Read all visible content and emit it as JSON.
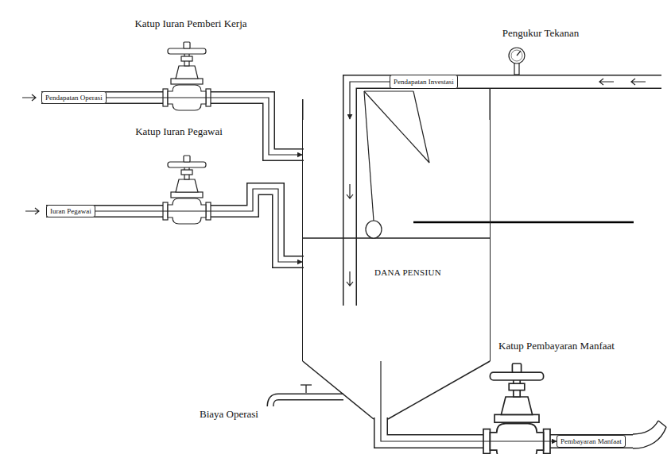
{
  "diagram": {
    "nodes": [
      {
        "text": [
          "Pendapatan Operasi"
        ]
      },
      {
        "text": [
          "Pendapatan Investasi"
        ]
      },
      {
        "text": [
          "Iuran Pegawai"
        ]
      },
      {
        "text": [
          "DANA PENSIUN"
        ]
      },
      {
        "text": [
          "Pembayaran Manfaat"
        ]
      }
    ],
    "edges": [
      {
        "from": 0,
        "to": 3,
        "arrow": "to"
      },
      {
        "from": 1,
        "to": 3,
        "arrow": "to"
      },
      {
        "from": 2,
        "to": 3,
        "arrow": "to"
      },
      {
        "from": 3,
        "to": 4,
        "arrow": "to"
      }
    ],
    "labels": [
      "Katup Iuran Pemberi Kerja",
      "Pengukur Tekanan",
      "Katup Iuran Pegawai",
      "Biaya Operasi",
      "Katup Pembayaran Manfaat"
    ]
  }
}
